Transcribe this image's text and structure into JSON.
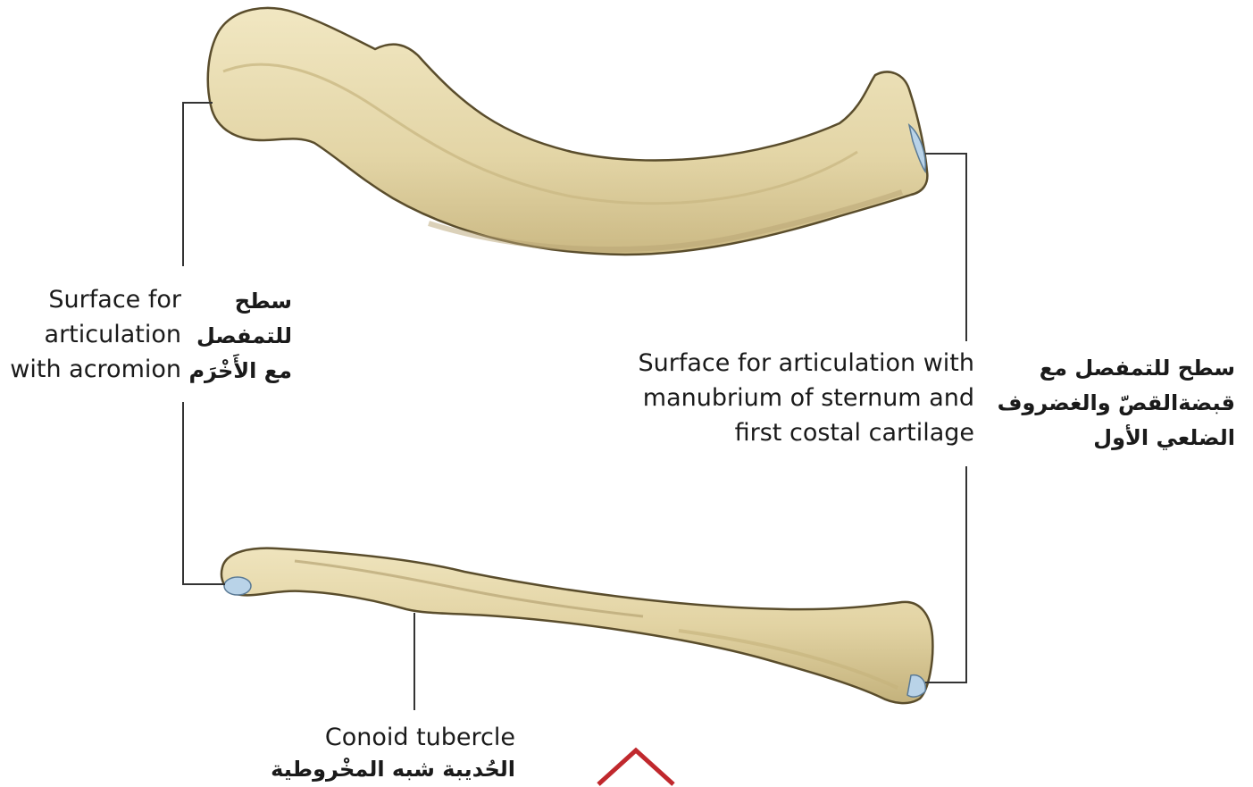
{
  "labels": {
    "acromion_en": [
      "Surface for",
      "articulation",
      "with acromion"
    ],
    "acromion_ar": [
      "سطح",
      "للتمفصل",
      "مع الأَخْرَم"
    ],
    "sternum_en": [
      "Surface for articulation with",
      "manubrium of sternum and",
      "first costal cartilage"
    ],
    "sternum_ar": [
      "سطح للتمفصل مع",
      "قبضةالقصّ والغضروف",
      "الضلعي الأول"
    ],
    "conoid_en": "Conoid tubercle",
    "conoid_ar": "الحُديبة شبه المخْروطية"
  },
  "colors": {
    "bone": "#e8dcb0",
    "bone_shade": "#c9b886",
    "bone_outline": "#5a4d2c",
    "cartilage": "#b9d3e8",
    "leader": "#333333",
    "arrow": "#c0282d"
  }
}
